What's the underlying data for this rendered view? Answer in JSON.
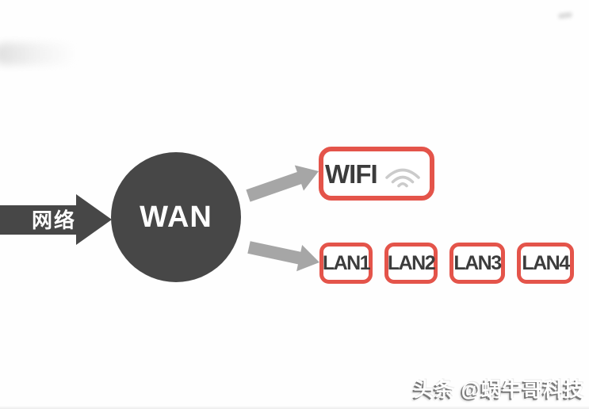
{
  "diagram": {
    "input_arrow": {
      "label": "网络"
    },
    "wan_node": {
      "label": "WAN"
    },
    "wifi_box": {
      "label": "WIFI",
      "icon": "wifi-signal-icon"
    },
    "lan_boxes": [
      {
        "label": "LAN1"
      },
      {
        "label": "LAN2"
      },
      {
        "label": "LAN3"
      },
      {
        "label": "LAN4"
      }
    ]
  },
  "watermark": {
    "text": "头条 @蜗牛哥科技"
  },
  "colors": {
    "background": "#fefefe",
    "node_dark": "#474747",
    "arrow_gray": "#a6a6a6",
    "box_border_red": "#e4544a",
    "label_dark": "#3c3c3c",
    "wifi_icon_gray": "#cbcbcb",
    "watermark_white": "#ffffff"
  }
}
